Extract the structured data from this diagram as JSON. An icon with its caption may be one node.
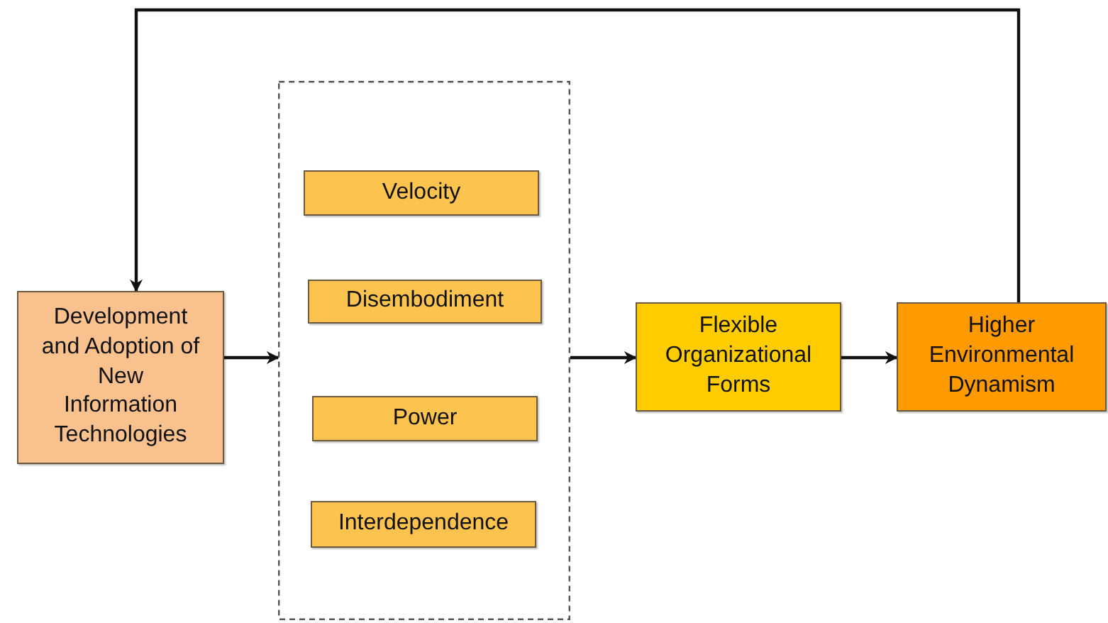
{
  "diagram": {
    "nodes": [
      {
        "text": [
          "Development and Adoption of New Information Technologies"
        ]
      },
      {
        "text": [],
        "shape": "box"
      },
      {
        "text": [
          "Velocity"
        ],
        "in": 1
      },
      {
        "text": [
          "Disembodiment"
        ],
        "in": 1
      },
      {
        "text": [
          "Power"
        ],
        "in": 1
      },
      {
        "text": [
          "Interdependence"
        ],
        "in": 1
      },
      {
        "text": [
          "Flexible Organizational Forms"
        ]
      },
      {
        "text": [
          "Higher Environmental Dynamism"
        ]
      }
    ],
    "edges": [
      {
        "from": 0,
        "to": 1,
        "arrow": "to"
      },
      {
        "from": 1,
        "to": 6,
        "arrow": "to"
      },
      {
        "from": 6,
        "to": 7,
        "arrow": "to"
      },
      {
        "from": 7,
        "to": 0,
        "arrow": "to"
      }
    ]
  }
}
